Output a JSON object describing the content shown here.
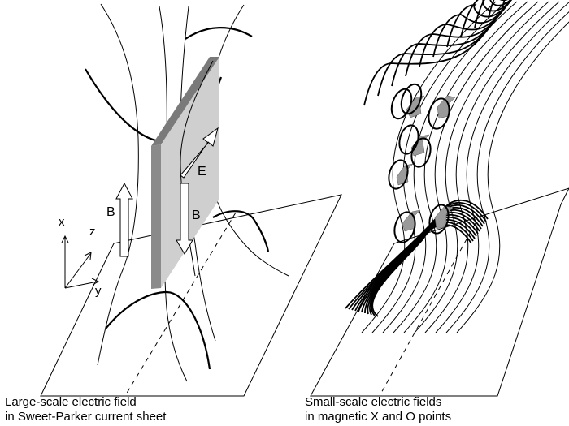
{
  "left_panel": {
    "caption_line1": "Large-scale electric field",
    "caption_line2": "in Sweet-Parker current sheet",
    "labels": {
      "x_axis": "x",
      "y_axis": "y",
      "z_axis": "z",
      "b_outside": "B",
      "b_sheet": "B",
      "e_field": "E"
    },
    "colors": {
      "sheet_face": "#cfcfcf",
      "sheet_edge": "#8a8a8a"
    }
  },
  "right_panel": {
    "caption_line1": "Small-scale electric fields",
    "caption_line2": "in magnetic X and O points",
    "colors": {
      "field_arrows": "#9a9a9a"
    }
  }
}
